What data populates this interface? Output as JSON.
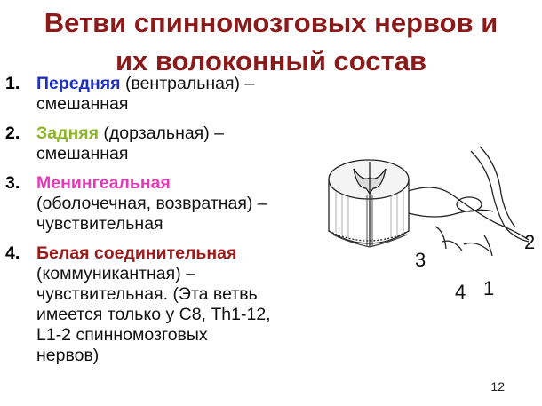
{
  "slide": {
    "title_line1": "Ветви спинномозговых нервов и",
    "title_line2": "их волоконный состав",
    "page_number": "12"
  },
  "colors": {
    "title": "#8b1a1a",
    "front": "#1f2fbf",
    "back": "#8db52a",
    "meningeal": "#e33bb8",
    "white": "#9b1b1b"
  },
  "items": [
    {
      "num": "1.",
      "highlight": "Передняя",
      "rest_line1": " (вентральная) –",
      "rest": [
        "смешанная"
      ]
    },
    {
      "num": "2.",
      "highlight": "Задняя",
      "rest_line1": " (дорзальная) –",
      "rest": [
        "смешанная"
      ]
    },
    {
      "num": "3.",
      "highlight": "Менингеальная",
      "rest_line1": "",
      "rest": [
        "(оболочечная, возвратная) –",
        "чувствительная"
      ]
    },
    {
      "num": "4.",
      "highlight": "Белая соединительная",
      "rest_line1": "",
      "rest": [
        "(коммуникантная) –",
        "чувствительная. (Эта ветвь",
        "имеется только у С8, Th1-12,",
        "L1-2 спинномозговых",
        "нервов)"
      ]
    }
  ],
  "figure": {
    "labels": [
      "2",
      "3",
      "4",
      "1"
    ]
  }
}
